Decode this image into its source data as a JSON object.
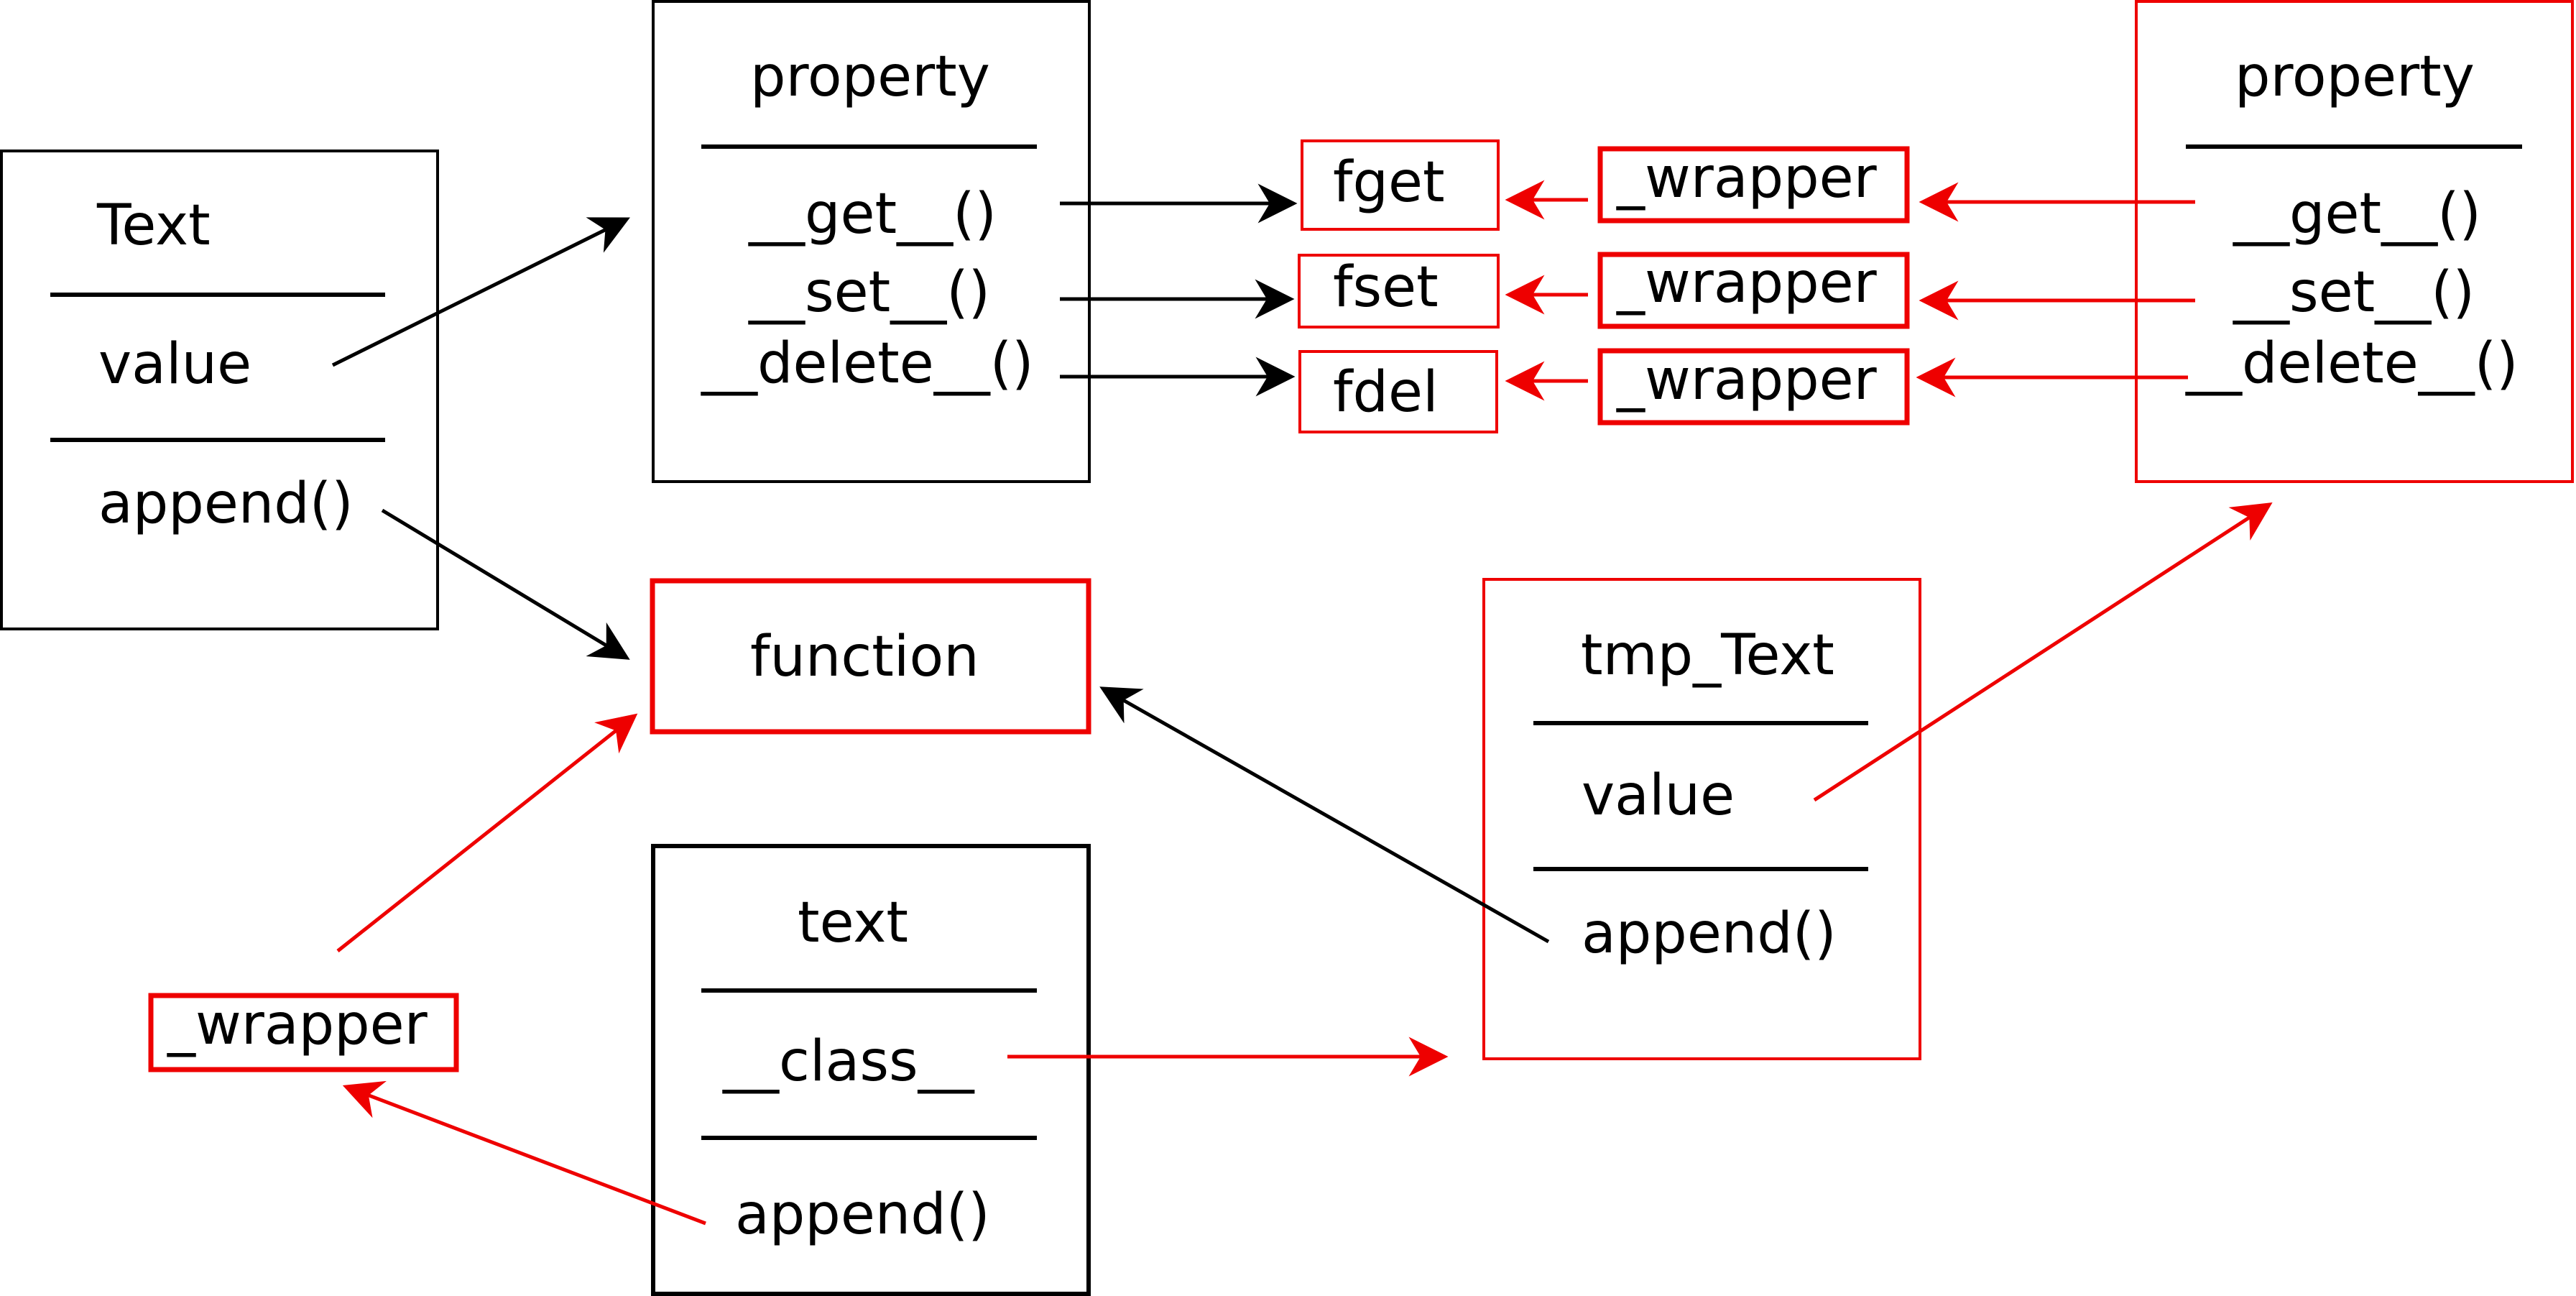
{
  "colors": {
    "black": "#000000",
    "red": "#ee0000",
    "background": "#ffffff"
  },
  "nodes": {
    "text_class": {
      "title": "Text",
      "attr": "value",
      "method": "append()"
    },
    "property_left": {
      "title": "property",
      "get": "__get__()",
      "set": "__set__()",
      "delete": "__delete__()"
    },
    "fget": "fget",
    "fset": "fset",
    "fdel": "fdel",
    "wrapper_get": "_wrapper",
    "wrapper_set": "_wrapper",
    "wrapper_del": "_wrapper",
    "property_right": {
      "title": "property",
      "get": "__get__()",
      "set": "__set__()",
      "delete": "__delete__()"
    },
    "function": "function",
    "tmp_text": {
      "title": "tmp_Text",
      "attr": "value",
      "method": "append()"
    },
    "text_instance": {
      "title": "text",
      "attr": "__class__",
      "method": "append()"
    },
    "wrapper_bottom": "_wrapper"
  }
}
